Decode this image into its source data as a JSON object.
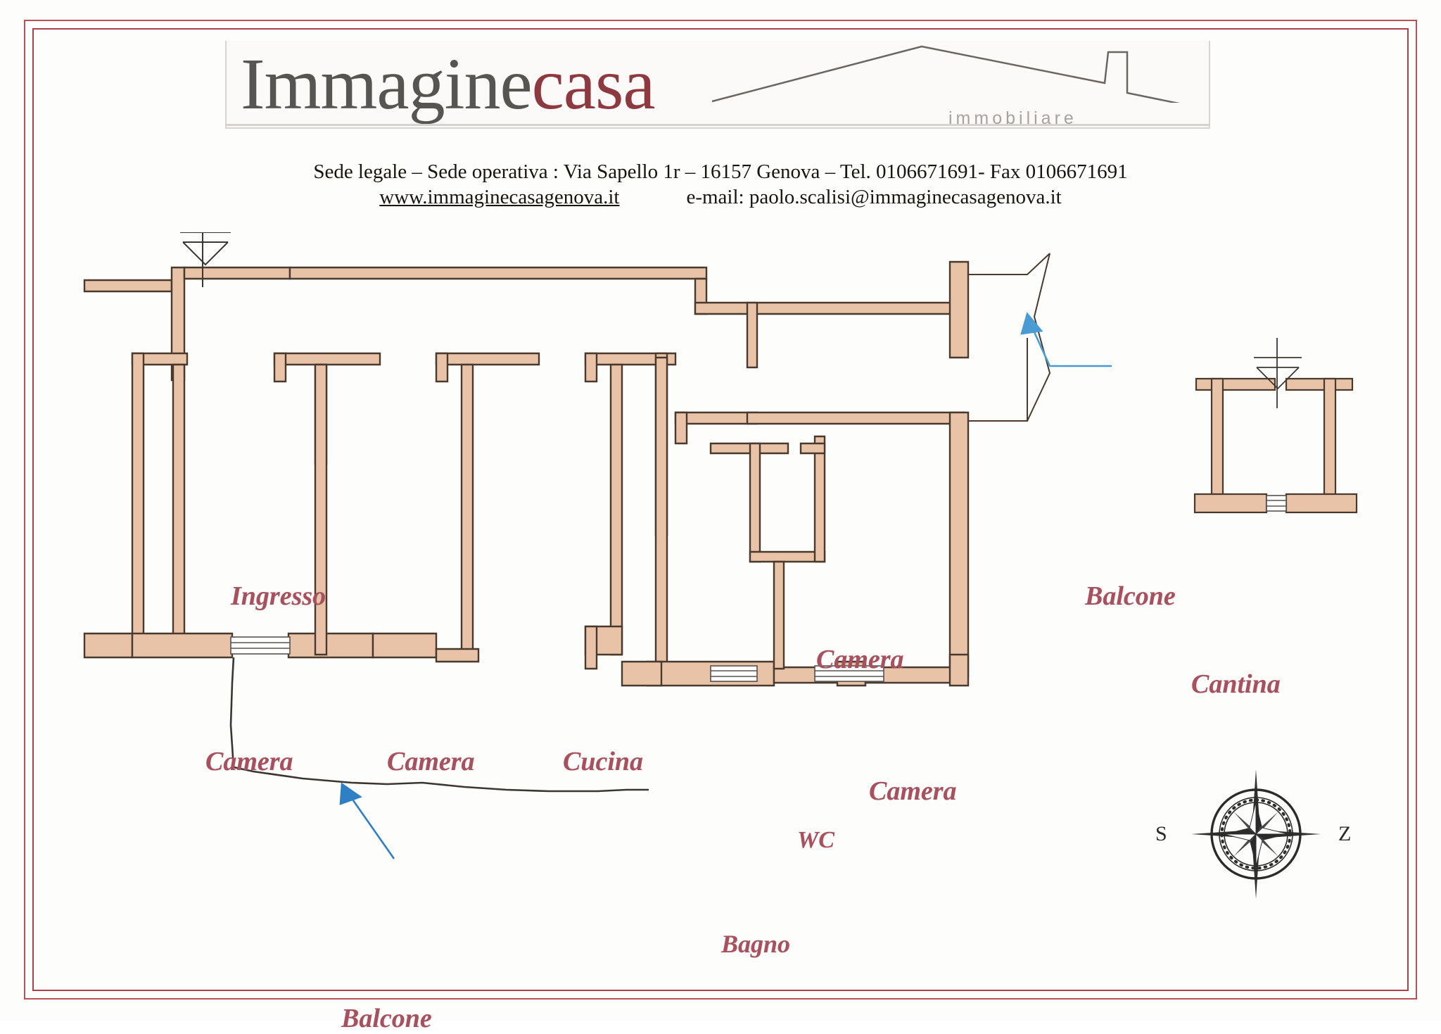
{
  "document": {
    "type": "real-estate-floor-plan",
    "language": "it"
  },
  "header": {
    "logo": {
      "word_primary": "Immagine",
      "word_accent": "casa",
      "tagline": "immobiliare",
      "primary_color": "#575552",
      "accent_color": "#8e3840",
      "tagline_color": "#a8a29e",
      "roof_icon": "house-roof-outline"
    },
    "contact_line_1": "Sede legale – Sede operativa : Via Sapello 1r – 16157 Genova – Tel. 0106671691- Fax 0106671691",
    "website": "www.immaginecasagenova.it",
    "email": "e-mail: paolo.scalisi@immaginecasagenova.it"
  },
  "plan": {
    "label_color": "#a7515e",
    "wall_fill": "#e9c3a8",
    "wall_stroke": "#4a3a2e",
    "annotation_arrow_color": "#4a9ad4",
    "rooms": [
      {
        "id": "ingresso",
        "label": "Ingresso"
      },
      {
        "id": "camera-1",
        "label": "Camera"
      },
      {
        "id": "camera-2",
        "label": "Camera"
      },
      {
        "id": "cucina",
        "label": "Cucina"
      },
      {
        "id": "camera-3",
        "label": "Camera"
      },
      {
        "id": "camera-4",
        "label": "Camera"
      },
      {
        "id": "wc",
        "label": "WC"
      },
      {
        "id": "bagno",
        "label": "Bagno"
      }
    ],
    "annotations": [
      {
        "id": "balcone-right",
        "label": "Balcone"
      },
      {
        "id": "balcone-bottom",
        "label": "Balcone"
      }
    ],
    "outbuilding": {
      "id": "cantina",
      "label": "Cantina"
    }
  },
  "compass": {
    "icon": "compass-rose",
    "left_letter": "S",
    "right_letter": "Z"
  },
  "frame": {
    "outer_color": "#b9525b",
    "inner_color": "#a8434d"
  }
}
